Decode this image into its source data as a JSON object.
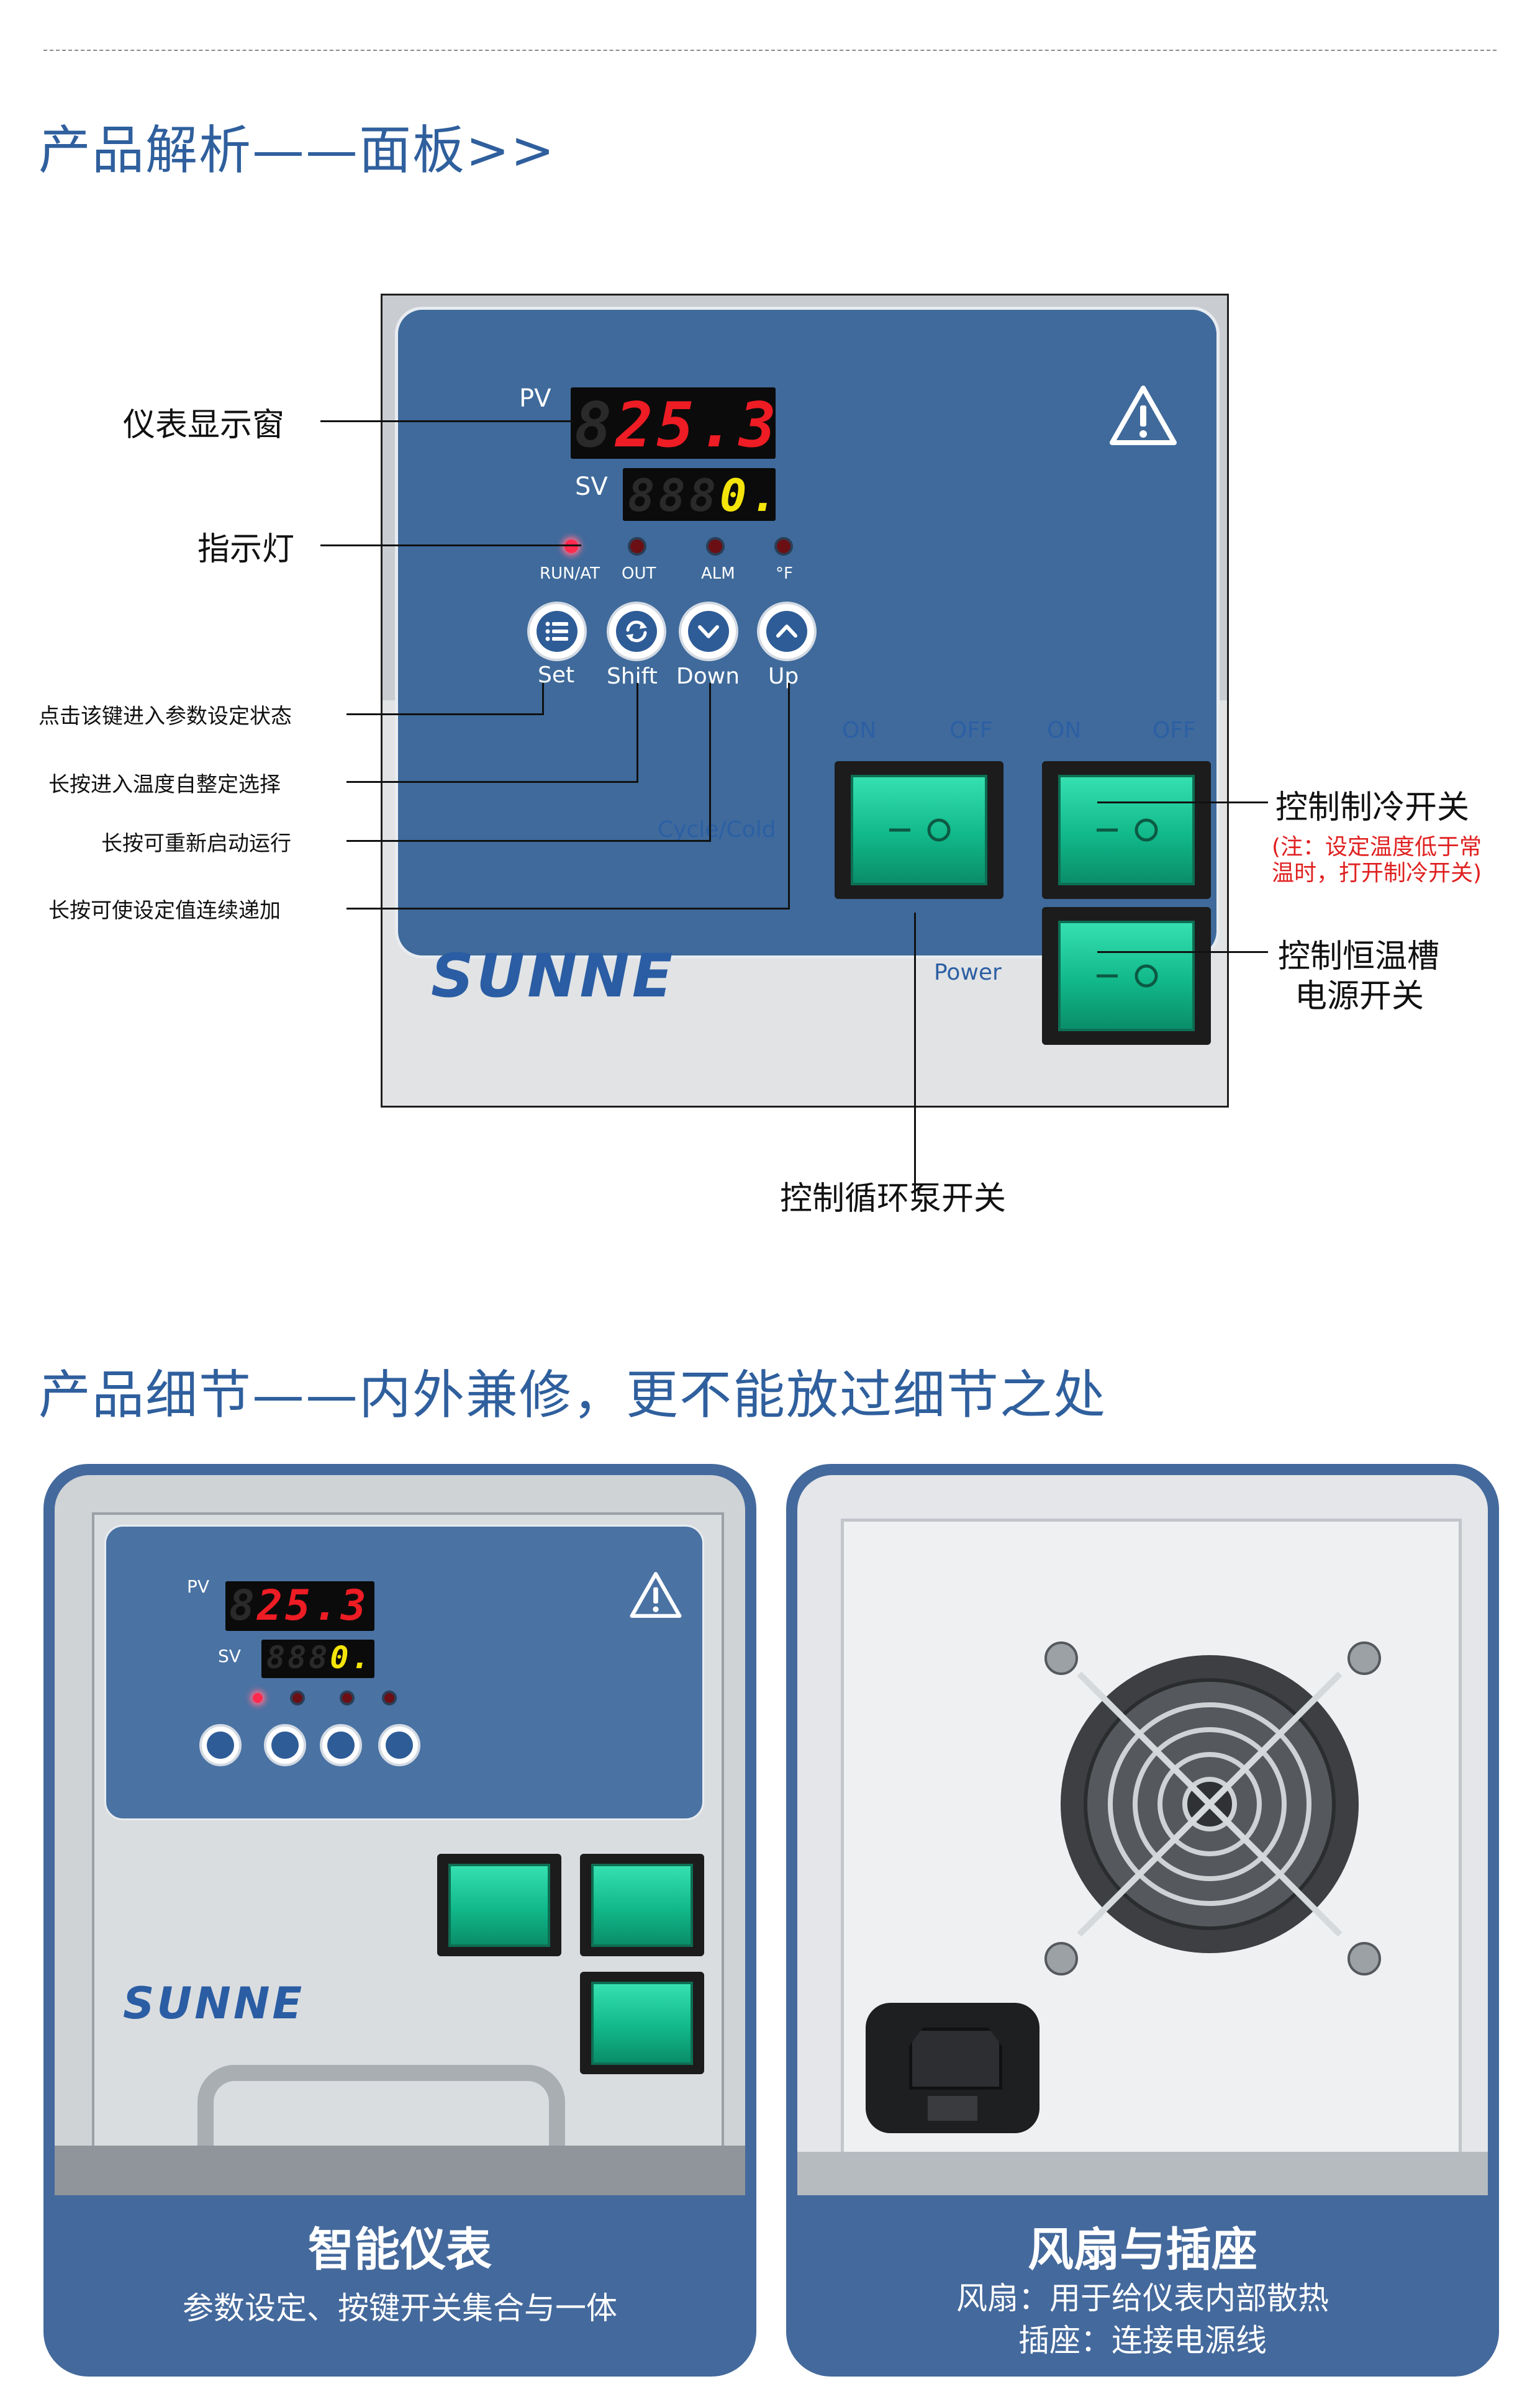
{
  "section1": {
    "title": "产品解析——面板>>"
  },
  "panel": {
    "pv_label": "PV",
    "sv_label": "SV",
    "pv_ghost": "8",
    "pv_value": "25.3",
    "sv_ghost": "888",
    "sv_value": "0.",
    "leds": [
      "RUN/AT",
      "OUT",
      "ALM",
      "°F"
    ],
    "buttons": [
      "Set",
      "Shift",
      "Down",
      "Up"
    ],
    "switch_on": "ON",
    "switch_off": "OFF",
    "cycle_cold": "Cycle/Cold",
    "power": "Power",
    "brand": "SUNNE"
  },
  "callouts": {
    "display": "仪表显示窗",
    "indicator": "指示灯",
    "set_key": "点击该键进入参数设定状态",
    "shift_key": "长按进入温度自整定选择",
    "down_key": "长按可重新启动运行",
    "up_key": "长按可使设定值连续递加",
    "cooling": "控制制冷开关",
    "cooling_note_1": "(注：设定温度低于常",
    "cooling_note_2": "温时，打开制冷开关)",
    "bath_power_1": "控制恒温槽",
    "bath_power_2": "电源开关",
    "pump": "控制循环泵开关"
  },
  "section2": {
    "title": "产品细节——内外兼修，更不能放过细节之处"
  },
  "cards": [
    {
      "title": "智能仪表",
      "desc": [
        "参数设定、按键开关集合与一体"
      ]
    },
    {
      "title": "风扇与插座",
      "desc": [
        "风扇：用于给仪表内部散热",
        "插座：连接电源线"
      ]
    }
  ],
  "colors": {
    "title_blue": "#2f5f9d",
    "panel_blue": "#3f6a9b",
    "card_blue": "#44699c",
    "switch_green": "#11b88a",
    "display_red": "#ee1c24",
    "display_yellow": "#f4e40a",
    "note_red": "#e02020"
  }
}
